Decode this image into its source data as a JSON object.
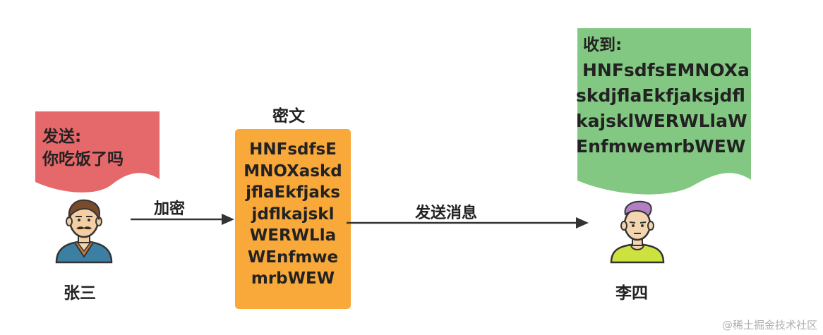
{
  "sender": {
    "name": "张三",
    "note_heading": "发送:",
    "note_message": "你吃饭了吗",
    "note_color": "#e5686b"
  },
  "receiver": {
    "name": "李四",
    "note_heading": "收到:",
    "note_message": "HNFsdfsEMNOXaskdjflaEkfjaksjdflkajsklWERWLlaWEnfmwemrbWEW",
    "note_color": "#83c882"
  },
  "ciphertext": {
    "title": "密文",
    "content": "HNFsdfsEMNOXaskdjflaEkfjaksjdflkajsklWERWLlaWEnfmwemrbWEW",
    "box_color": "#f9a83a"
  },
  "steps": {
    "encrypt_label": "加密",
    "send_label": "发送消息"
  },
  "watermark": "@稀土掘金技术社区"
}
